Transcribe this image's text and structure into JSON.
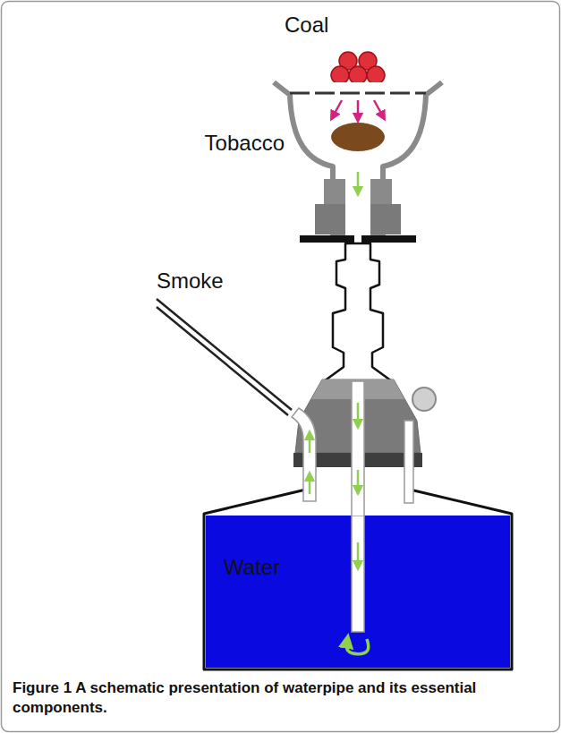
{
  "diagram": {
    "caption": "Figure 1 A schematic presentation of waterpipe and its essential components.",
    "nodes": [
      {
        "text": [
          "Water"
        ]
      }
    ],
    "labels": [
      "Coal",
      "Tobacco",
      "Smoke"
    ]
  }
}
